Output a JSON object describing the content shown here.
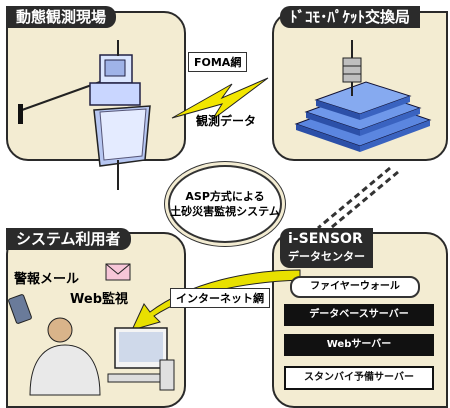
{
  "panels": {
    "site": {
      "title": "動態観測現場"
    },
    "docomo": {
      "title": "ﾄﾞｺﾓ･ﾊﾟｹｯﾄ交換局"
    },
    "user": {
      "title": "システム利用者",
      "alert_mail": "警報メール",
      "web_monitor": "Web監視"
    },
    "sensor": {
      "title": "i-SENSOR",
      "subtitle": "データセンター",
      "firewall": "ファイヤーウォール",
      "servers": [
        "データベースサーバー",
        "Webサーバー",
        "スタンバイ予備サーバー"
      ]
    }
  },
  "center": {
    "line1": "ASP方式による",
    "line2": "土砂災害監視システム"
  },
  "links": {
    "foma": "FOMA網",
    "observation": "観測データ",
    "internet": "インターネット網"
  },
  "colors": {
    "panel": "#f3ecd2",
    "lightning": "#f2e600",
    "arrow": "#e8e000",
    "title_bg": "#2b2b2b"
  }
}
